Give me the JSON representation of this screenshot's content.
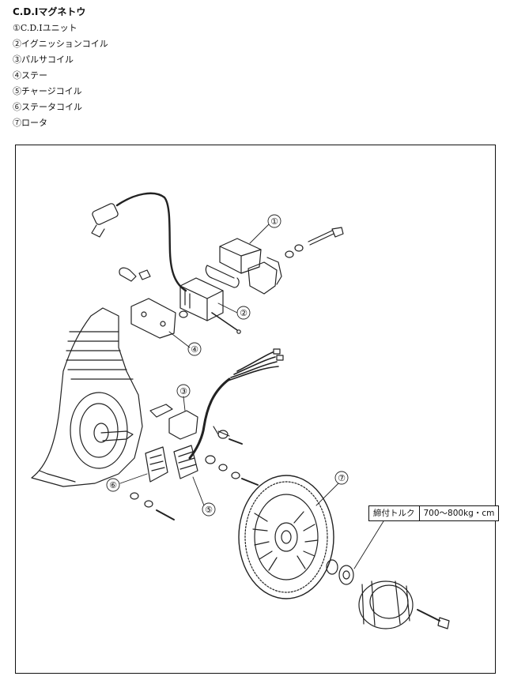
{
  "header": {
    "title": "C.D.Iマグネトウ",
    "parts": [
      "①C.D.Iユニット",
      "②イグニッションコイル",
      "③パルサコイル",
      "④ステー",
      "⑤チャージコイル",
      "⑥ステータコイル",
      "⑦ロータ"
    ]
  },
  "callouts": {
    "c1": "①",
    "c2": "②",
    "c3": "③",
    "c4": "④",
    "c5": "⑤",
    "c6": "⑥",
    "c7": "⑦"
  },
  "torque": {
    "label": "締付トルク",
    "value": "700〜800kg・cm"
  }
}
